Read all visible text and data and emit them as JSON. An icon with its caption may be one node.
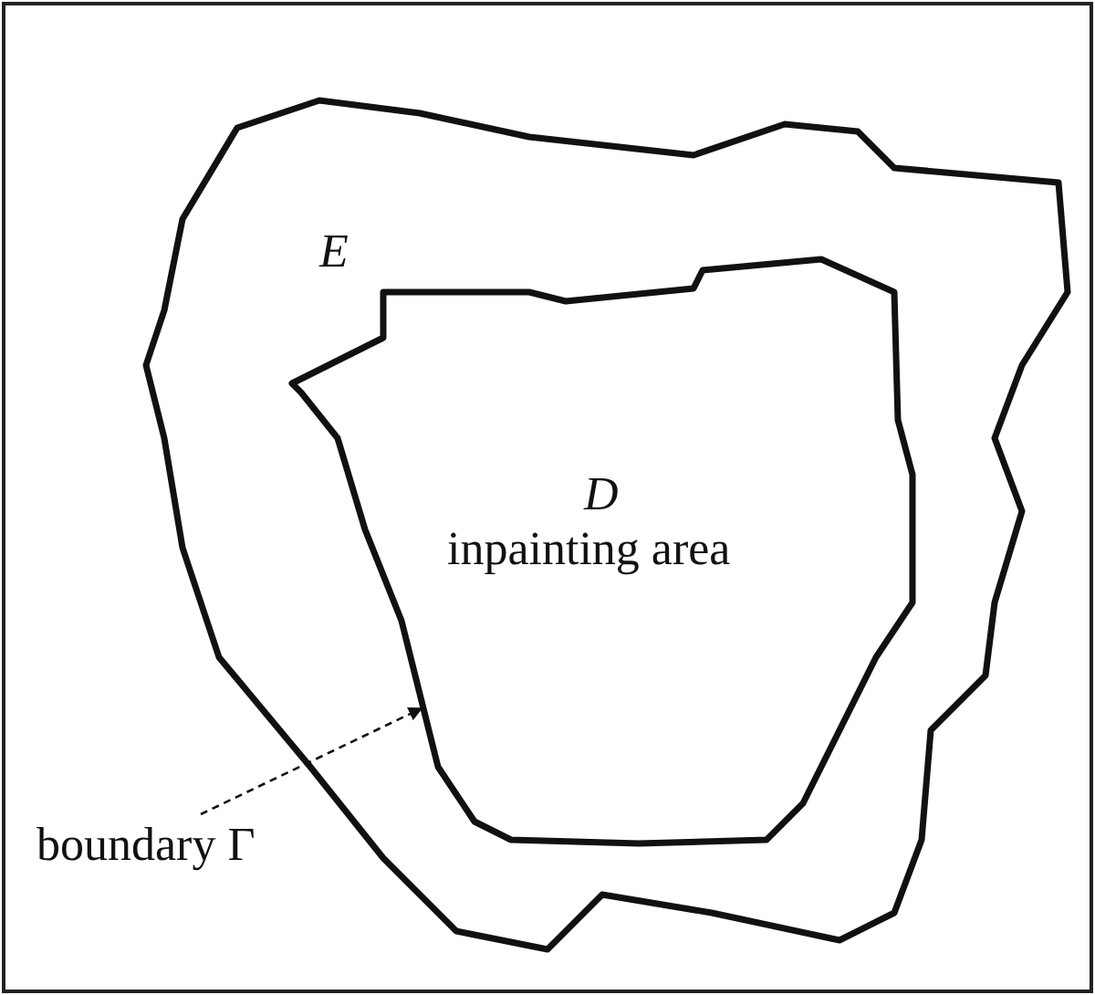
{
  "diagram": {
    "nodes": [
      {
        "text": [
          "E"
        ]
      },
      {
        "text": [
          "D",
          "inpainting area"
        ],
        "in": 0
      },
      {
        "text": [
          "boundary Γ"
        ]
      }
    ],
    "edges": [
      {
        "from": 2,
        "to": 1,
        "arrow": "to",
        "style": "dashed"
      }
    ]
  }
}
